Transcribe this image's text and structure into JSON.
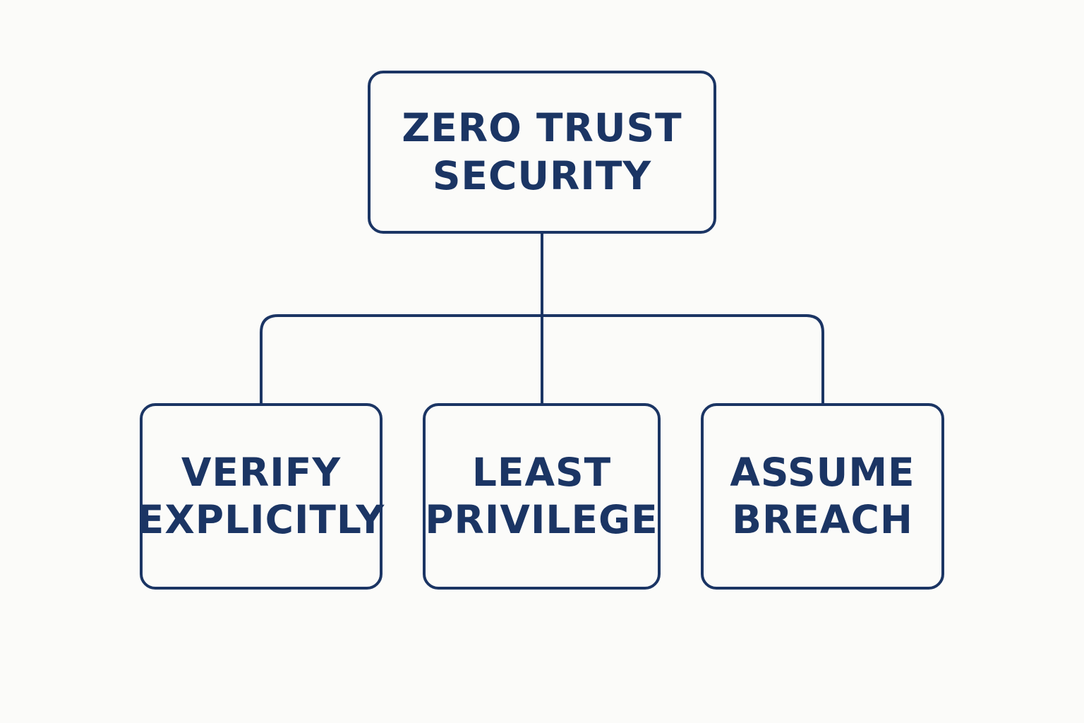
{
  "diagram": {
    "root": {
      "line1": "ZERO TRUST",
      "line2": "SECURITY"
    },
    "children": [
      {
        "line1": "VERIFY",
        "line2": "EXPLICITLY"
      },
      {
        "line1": "LEAST",
        "line2": "PRIVILEGE"
      },
      {
        "line1": "ASSUME",
        "line2": "BREACH"
      }
    ]
  },
  "colors": {
    "stroke": "#1b3564",
    "text": "#1b3564",
    "background": "#fbfbf9"
  }
}
